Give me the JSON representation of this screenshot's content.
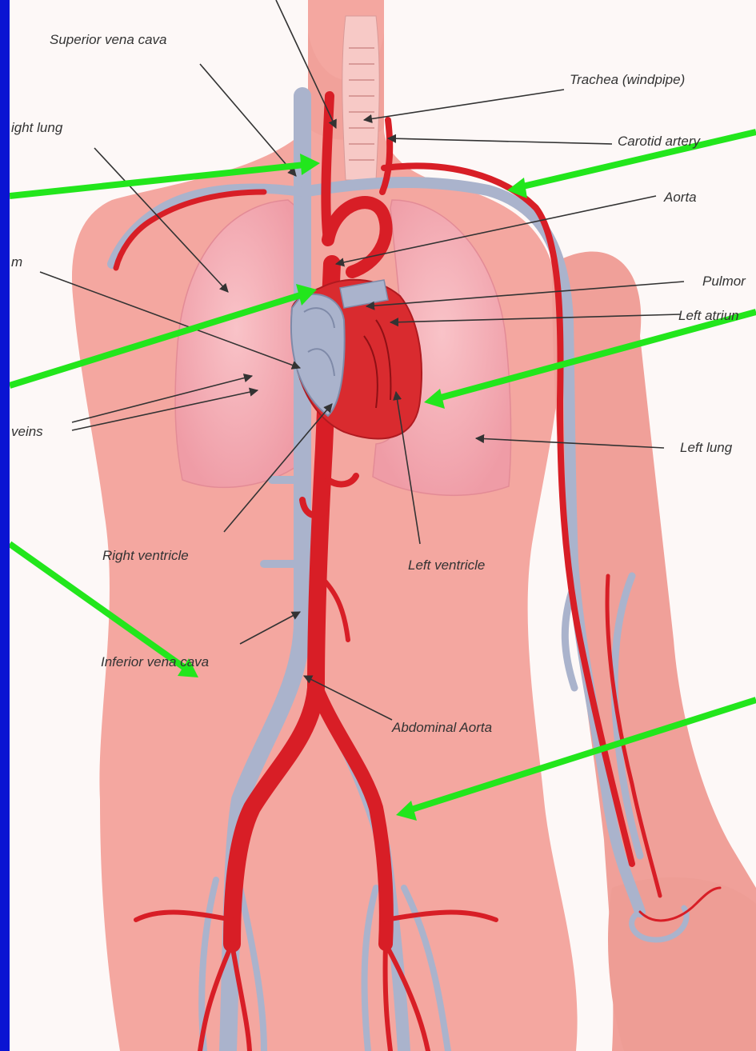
{
  "labels": {
    "superior_vena_cava": "Superior vena cava",
    "trachea": "Trachea (windpipe)",
    "right_lung": "ight lung",
    "carotid_artery": "Carotid artery",
    "aorta": "Aorta",
    "atrium_fragment": "m",
    "pulmonary": "Pulmor",
    "left_atrium": "Left atriun",
    "veins": "veins",
    "left_lung": "Left lung",
    "right_ventricle": "Right ventricle",
    "left_ventricle": "Left ventricle",
    "inferior_vena_cava": "Inferior vena cava",
    "abdominal_aorta": "Abdominal Aorta"
  },
  "colors": {
    "frame": "#0a14d2",
    "skin": "#f4a7a0",
    "artery": "#d81e26",
    "vein": "#aab3cc",
    "pointer_arrow": "#22e61c",
    "label_arrow": "#333333"
  }
}
